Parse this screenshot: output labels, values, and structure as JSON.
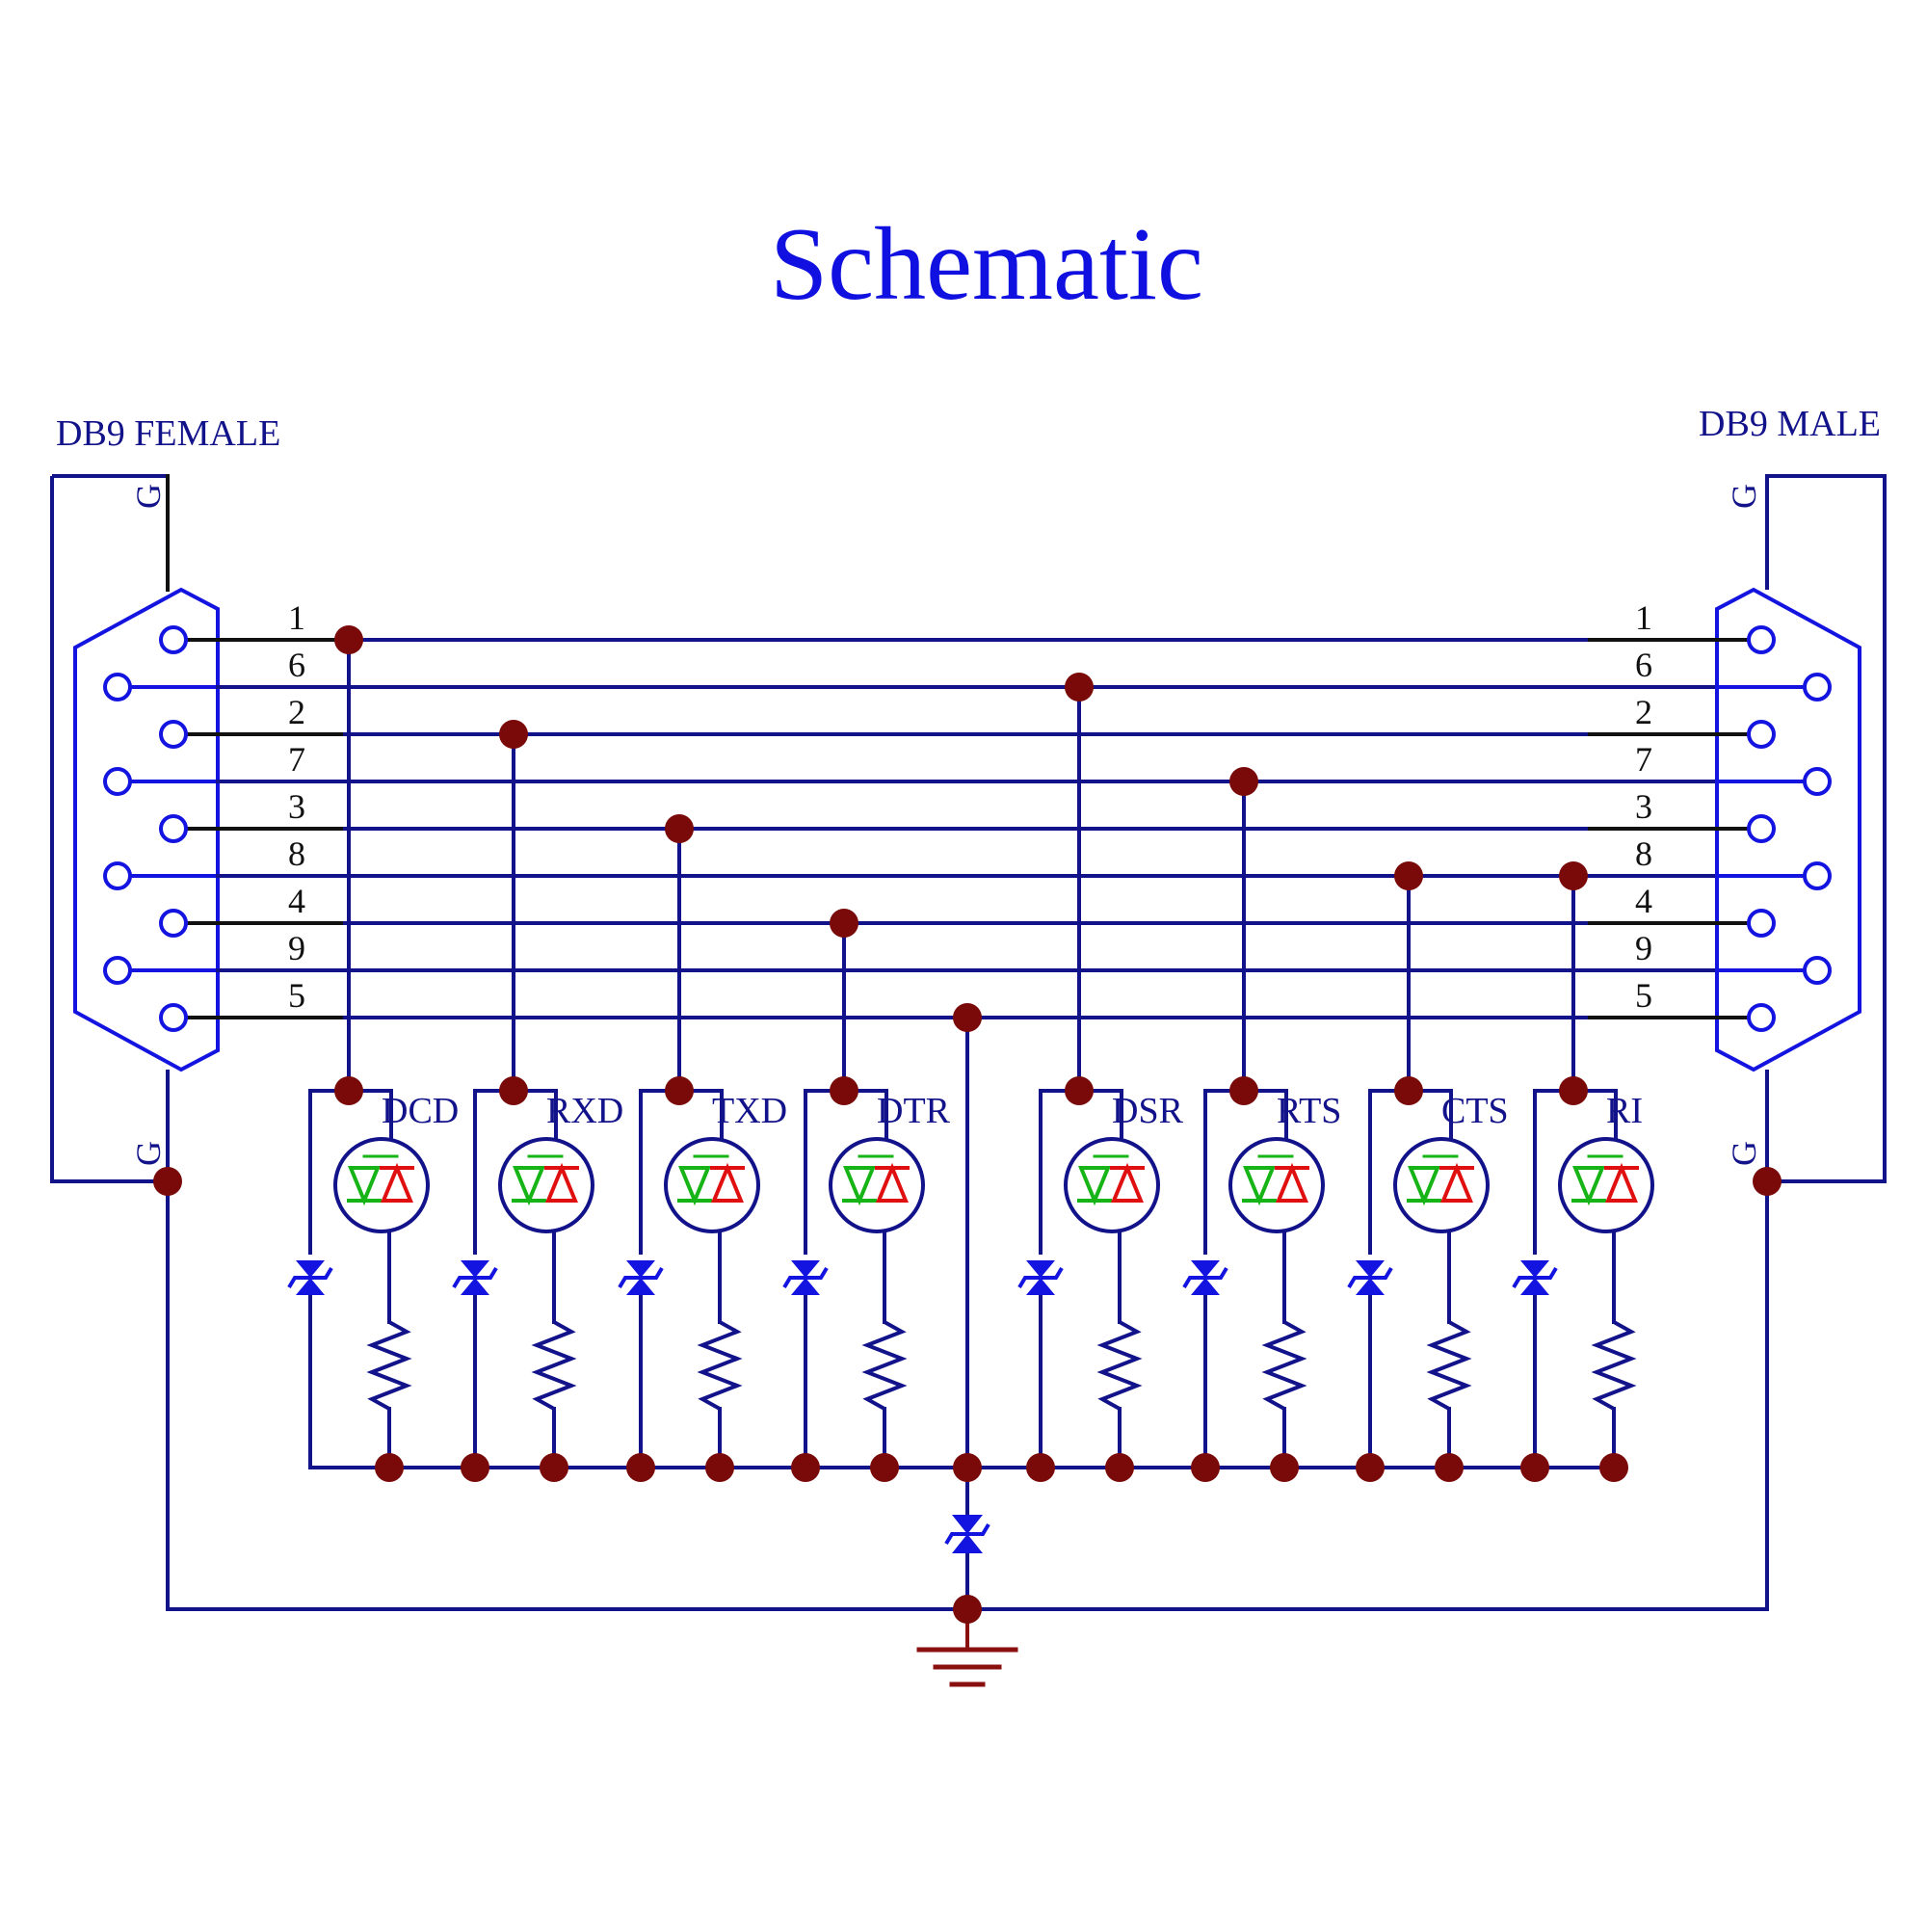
{
  "title": "Schematic",
  "left_connector": {
    "label": "DB9 FEMALE",
    "ground_label": "G"
  },
  "right_connector": {
    "label": "DB9 MALE",
    "ground_label": "G"
  },
  "pin_order": [
    "1",
    "6",
    "2",
    "7",
    "3",
    "8",
    "4",
    "9",
    "5"
  ],
  "signals": [
    {
      "label": "DCD",
      "pin": "1"
    },
    {
      "label": "RXD",
      "pin": "2"
    },
    {
      "label": "TXD",
      "pin": "3"
    },
    {
      "label": "DTR",
      "pin": "4"
    },
    {
      "label": "DSR",
      "pin": "6"
    },
    {
      "label": "RTS",
      "pin": "7"
    },
    {
      "label": "CTS",
      "pin": "8"
    },
    {
      "label": "RI",
      "pin": "8"
    }
  ],
  "common_pin": "5",
  "colors": {
    "title": "#1010e0",
    "wire": "#12128a",
    "black_wire": "#111111",
    "junction": "#7a0a0a",
    "tvs": "#1414e0",
    "led_green": "#16b416",
    "led_red": "#e01010",
    "ground": "#8a1010"
  }
}
